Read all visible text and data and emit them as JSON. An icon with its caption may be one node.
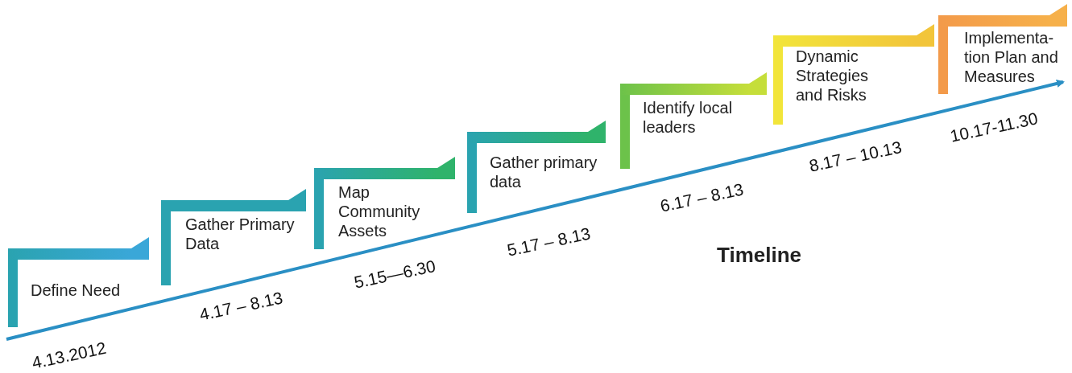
{
  "diagram": {
    "title": "Timeline",
    "nodes": [
      {
        "text": [
          "Define Need"
        ],
        "beside": [
          "4.13.2012"
        ]
      },
      {
        "text": [
          "Gather Primary Data"
        ],
        "beside": [
          "4.17 – 8.13"
        ]
      },
      {
        "text": [
          "Map Community Assets"
        ],
        "beside": [
          "5.15—6.30"
        ]
      },
      {
        "text": [
          "Gather primary data"
        ],
        "beside": [
          "5.17 – 8.13"
        ]
      },
      {
        "text": [
          "Identify local leaders"
        ],
        "beside": [
          "6.17 – 8.13"
        ]
      },
      {
        "text": [
          "Dynamic Strategies and Risks"
        ],
        "beside": [
          "8.17 – 10.13"
        ]
      },
      {
        "text": [
          "Implementa-tion Plan and Measures"
        ],
        "beside": [
          "10.17-11.30"
        ]
      }
    ],
    "edges": []
  }
}
